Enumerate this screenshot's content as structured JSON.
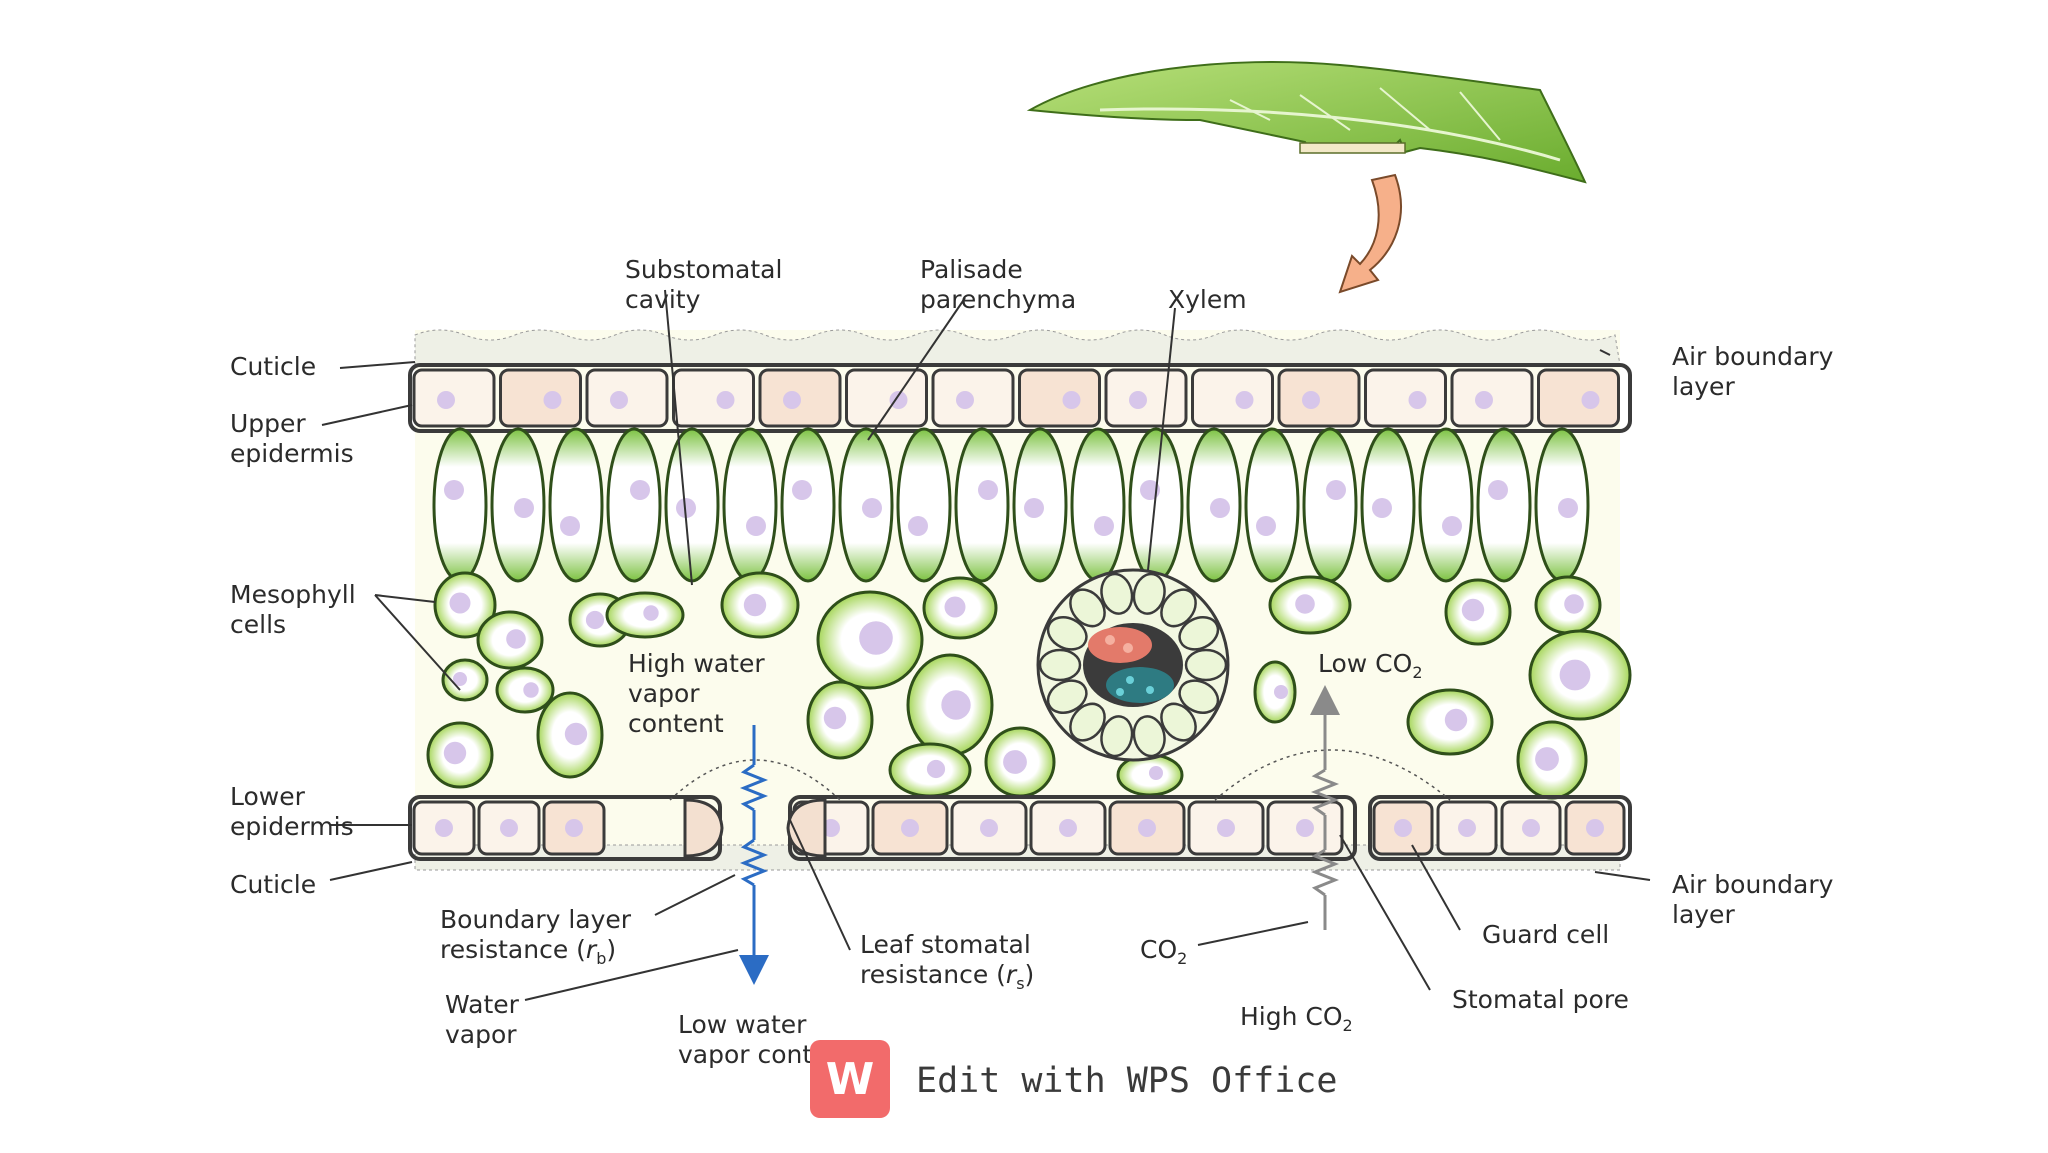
{
  "labels": {
    "cuticle_top": "Cuticle",
    "upper_epidermis_1": "Upper",
    "upper_epidermis_2": "epidermis",
    "mesophyll_1": "Mesophyll",
    "mesophyll_2": "cells",
    "lower_epidermis_1": "Lower",
    "lower_epidermis_2": "epidermis",
    "cuticle_bottom": "Cuticle",
    "substomatal_1": "Substomatal",
    "substomatal_2": "cavity",
    "palisade_1": "Palisade",
    "palisade_2": "parenchyma",
    "xylem": "Xylem",
    "air_top_1": "Air boundary",
    "air_top_2": "layer",
    "air_bottom_1": "Air boundary",
    "air_bottom_2": "layer",
    "high_water_1": "High water",
    "high_water_2": "vapor",
    "high_water_3": "content",
    "low_co2": "Low CO",
    "co2": "CO",
    "high_co2": "High CO",
    "subscript_2": "2",
    "boundary_res_1": "Boundary layer",
    "boundary_res_2a": "resistance (",
    "boundary_res_r": "r",
    "boundary_res_sub": "b",
    "boundary_res_close": ")",
    "water_vapor_1": "Water",
    "water_vapor_2": "vapor",
    "low_water_1": "Low water",
    "low_water_2": "vapor content",
    "stomatal_res_1": "Leaf stomatal",
    "stomatal_res_2a": "resistance (",
    "stomatal_res_r": "r",
    "stomatal_res_sub": "s",
    "stomatal_res_close": ")",
    "guard_cell": "Guard cell",
    "stomatal_pore": "Stomatal pore"
  },
  "watermark": {
    "logo_letter": "W",
    "text": "Edit with WPS Office"
  },
  "colors": {
    "leaf_green": "#8cc63f",
    "palisade_green": "#7cc242",
    "mesophyll_green": "#9bd14f",
    "epidermis_fill": "#f7e3d3",
    "nucleus": "#d7c6ea",
    "water_arrow": "#2b6cc4",
    "co2_arrow": "#8a8a8a",
    "xylem_core": "#2e7b82",
    "wps_red": "#f26b6b",
    "tissue_bg": "#fcfced"
  }
}
